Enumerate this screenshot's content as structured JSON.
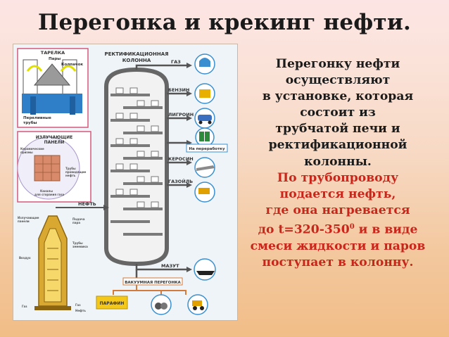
{
  "slide": {
    "title": "Перегонка и крекинг  нефти."
  },
  "figure": {
    "inset_tray": {
      "label": "ТАРЕЛКА",
      "vapors": "Пары",
      "cap": "Колпачок",
      "overflow_tubes_1": "Переливные",
      "overflow_tubes_2": "трубы"
    },
    "column_label_1": "РЕКТИФИКАЦИОННАЯ",
    "column_label_2": "КОЛОННА",
    "inset_panels": {
      "label_1": "ИЗЛУЧАЮЩИЕ",
      "label_2": "ПАНЕЛИ",
      "note_a": "Керамические",
      "note_b": "призмы",
      "note_c": "Трубы",
      "note_d": "проводящие",
      "note_e": "нефть",
      "note_f": "Каналы",
      "note_g": "для сгорания газа"
    },
    "oil_label": "НЕФТЬ",
    "furnace_notes": {
      "a": "Излучающие",
      "b": "панели",
      "c": "Подача",
      "d": "пара",
      "e": "Трубы",
      "f": "змеевика",
      "g": "Воздух",
      "h": "Газ",
      "i": "Нефть",
      "j": "Газ"
    },
    "fractions": {
      "gas": "ГАЗ",
      "gasoline": "БЕНЗИН",
      "naphtha": "ЛИГРОИН",
      "recycle": "На переработку",
      "kerosene": "КЕРОСИН",
      "gasoil": "ГАЗОЙЛЬ",
      "fuel_oil": "МАЗУТ"
    },
    "vacuum": "ВАКУУМНАЯ ПЕРЕГОНКА",
    "paraffin": "ПАРАФИН"
  },
  "text": {
    "l1": "Перегонку нефти",
    "l2": "осуществляют",
    "l3": "в установке, которая",
    "l4": "состоит из",
    "l5": "трубчатой печи и",
    "l6": "ректификационной",
    "l7": "колонны.",
    "l8": "По трубопроводу",
    "l9": "подается нефть,",
    "l10": "где она нагревается",
    "l11_pre": "до t=320-350",
    "l11_sup": "0",
    "l11_post": " и в виде",
    "l12": "смеси жидкости и паров",
    "l13": "поступает в колонну."
  },
  "colors": {
    "accent_red": "#c8261b",
    "column_gray": "#7a7a7a",
    "furnace_gold": "#d9a830",
    "sky_blue": "#3a8fd0"
  }
}
